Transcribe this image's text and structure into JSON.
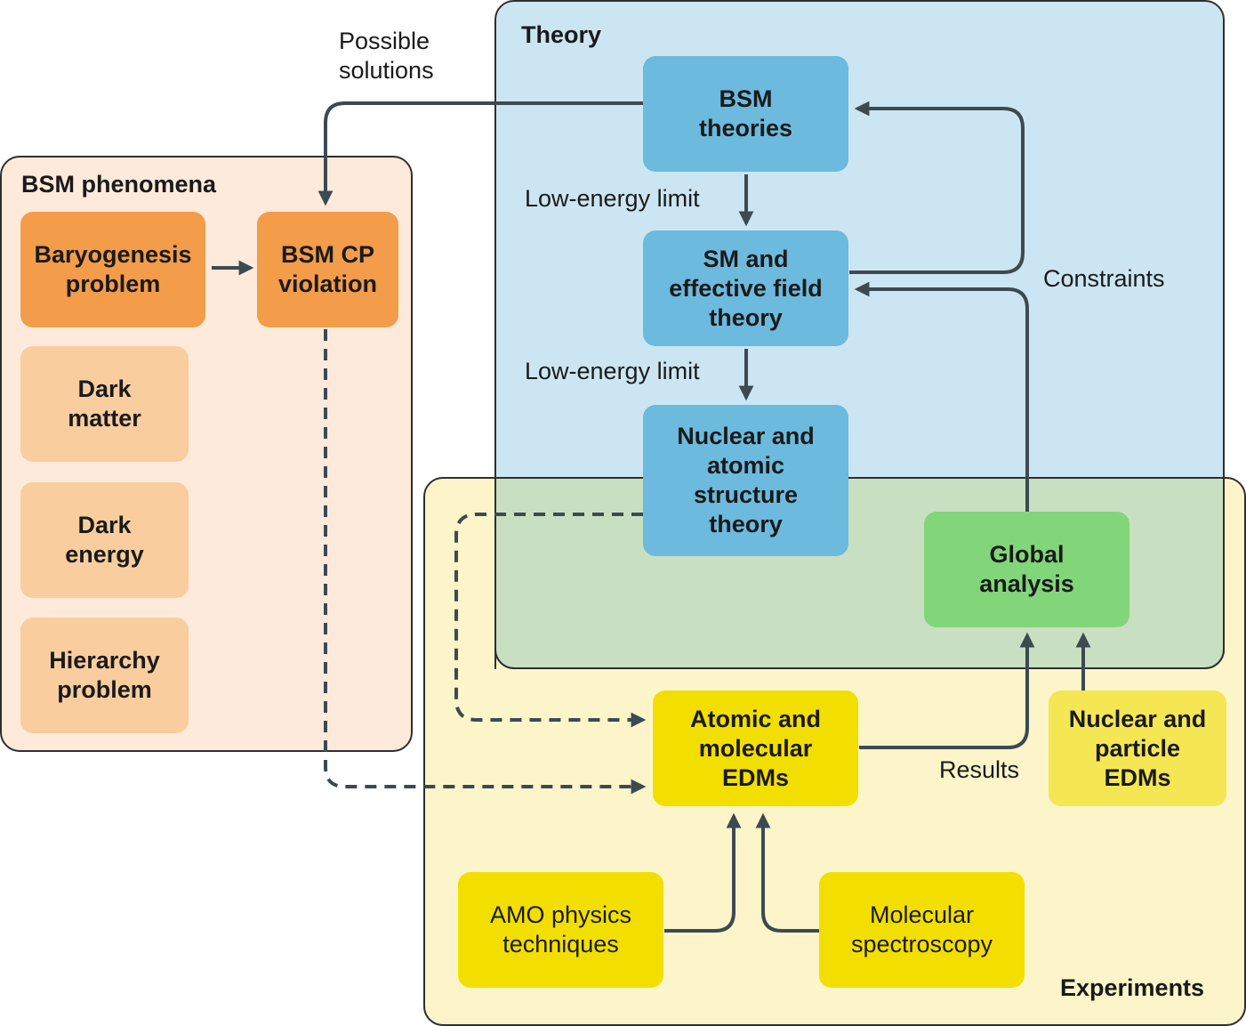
{
  "regions": {
    "bsm_phenomena": "BSM phenomena",
    "theory": "Theory",
    "experiments": "Experiments"
  },
  "nodes": {
    "baryogenesis": "Baryogenesis\nproblem",
    "bsm_cp": "BSM CP\nviolation",
    "dark_matter": "Dark\nmatter",
    "dark_energy": "Dark\nenergy",
    "hierarchy": "Hierarchy\nproblem",
    "bsm_theories": "BSM\ntheories",
    "sm_eft": "SM and\neffective field\ntheory",
    "nuclear_atomic": "Nuclear and\natomic\nstructure\ntheory",
    "global_analysis": "Global\nanalysis",
    "atomic_molecular_edms": "Atomic and\nmolecular\nEDMs",
    "nuclear_particle_edms": "Nuclear and\nparticle\nEDMs",
    "amo_techniques": "AMO physics\ntechniques",
    "molecular_spectroscopy": "Molecular\nspectroscopy"
  },
  "edge_labels": {
    "possible_solutions": "Possible\nsolutions",
    "low_energy_1": "Low-energy limit",
    "low_energy_2": "Low-energy limit",
    "constraints": "Constraints",
    "results": "Results"
  },
  "colors": {
    "phenomena_bg": "#fdeadb",
    "orange_dark": "#f39c4a",
    "orange_light": "#f9cd9e",
    "theory_bg": "#cce5f2",
    "blue_box": "#6cbadd",
    "experiments_bg": "#fcf5c9",
    "overlap_bg": "#c9dfc1",
    "green_box": "#82d67a",
    "yellow_box": "#f2df00",
    "yellow_light": "#f5e654",
    "wire": "#3c4a52"
  }
}
